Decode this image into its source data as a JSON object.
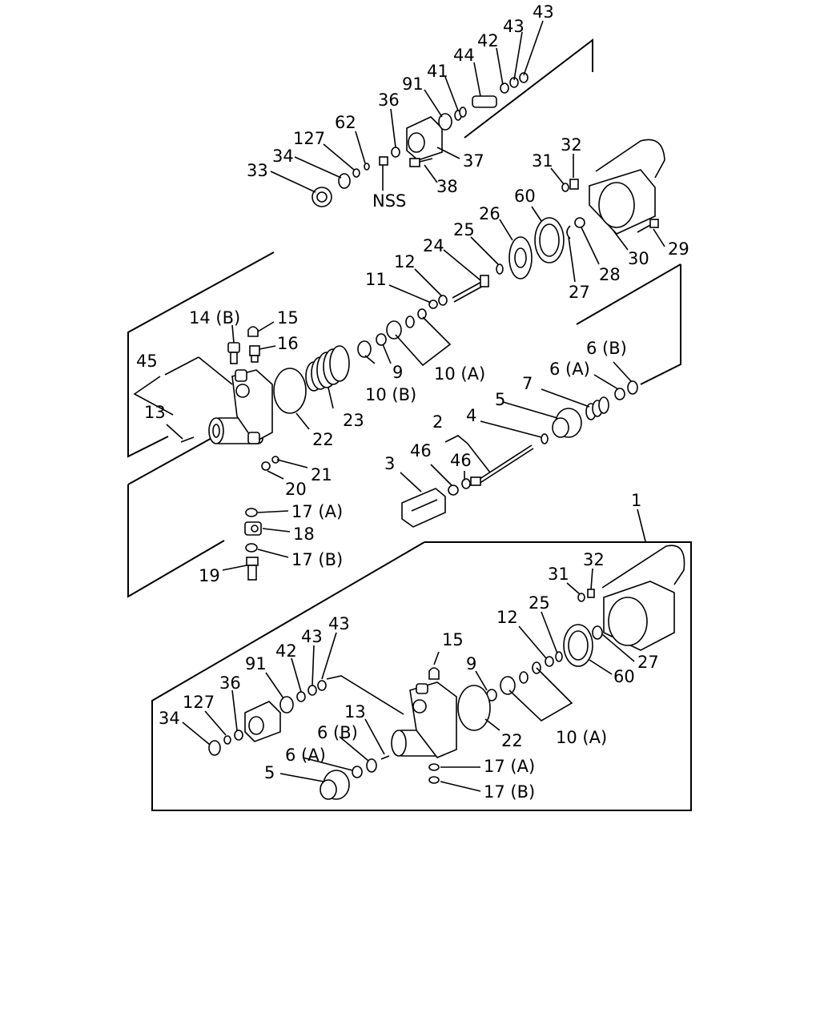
{
  "upper_labels": [
    "43",
    "43",
    "42",
    "44",
    "41",
    "91",
    "36",
    "62",
    "127",
    "34",
    "33",
    "NSS",
    "37",
    "38",
    "32",
    "31",
    "26",
    "60",
    "25",
    "24",
    "12",
    "11",
    "28",
    "30",
    "29",
    "27",
    "15",
    "14 (B)",
    "16",
    "45",
    "9",
    "10 (A)",
    "10 (B)",
    "23",
    "22",
    "13",
    "6 (B)",
    "6 (A)",
    "7",
    "5",
    "4",
    "2",
    "46",
    "46",
    "3",
    "21",
    "20",
    "17 (A)",
    "18",
    "17 (B)",
    "19"
  ],
  "lower_labels": [
    "1",
    "32",
    "31",
    "25",
    "12",
    "27",
    "60",
    "43",
    "43",
    "42",
    "91",
    "36",
    "127",
    "34",
    "15",
    "9",
    "10 (A)",
    "22",
    "13",
    "6 (B)",
    "6 (A)",
    "5",
    "17 (A)",
    "17 (B)"
  ]
}
